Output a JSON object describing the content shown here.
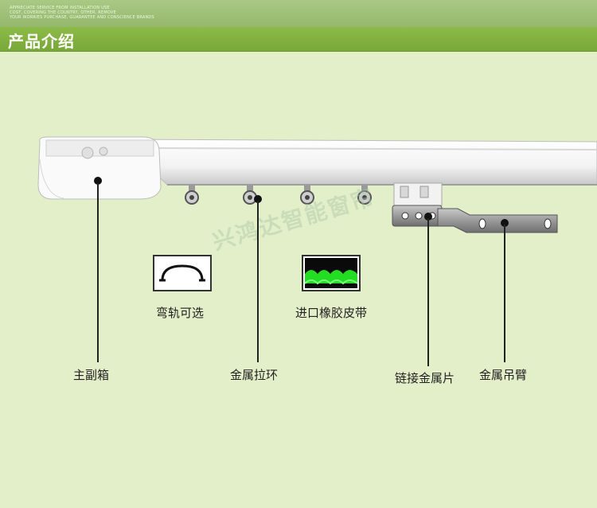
{
  "header": {
    "tagline_lines": [
      "APPRECIATE SERVICE FROM INSTALLATION USE",
      "COST, COVERING THE COUNTRY, OTHER, REMOVE",
      "YOUR WORRIES PURCHASE, GUARANTEE AND CONSCIENCE BRANDS"
    ],
    "title": "产品介绍"
  },
  "watermark": "兴鸿达智能窗帘",
  "features": {
    "curved_track": "弯轨可选",
    "imported_belt": "进口橡胶皮带"
  },
  "labels": {
    "main_box": "主副箱",
    "metal_ring": "金属拉环",
    "link_plate": "链接金属片",
    "metal_arm": "金属吊臂"
  },
  "colors": {
    "background": "#e3efc9",
    "header_green": "#82b040",
    "belt_green": "#22dd22"
  }
}
